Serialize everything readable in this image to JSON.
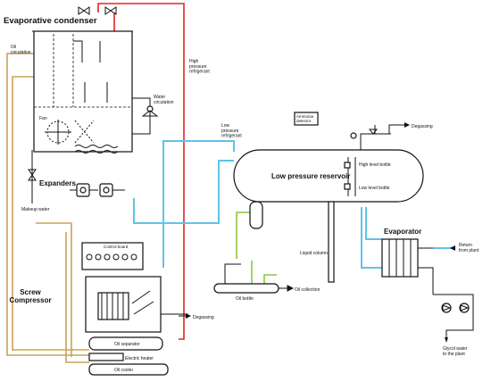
{
  "labels": {
    "evaporative_condenser": "Evaporative condenser",
    "oil_circulation": "Oil\ncirculation",
    "high_pressure_refrigerant": "High\npressure\nrefrigerant",
    "water_circulation": "Water\ncirculation",
    "fan": "Fan",
    "expanders": "Expanders",
    "makeup_water": "Makeup water",
    "low_pressure_refrigerant": "Low\npressure\nrefrigerant",
    "ammonia_detector": "Ammonia\ndetector",
    "degassing_top": "Degassing",
    "low_pressure_reservoir": "Low pressure reservoir",
    "high_level_bottle": "High level bottle",
    "low_level_bottle": "Low level bottle",
    "evaporator": "Evaporator",
    "return_from_plant": "Return\nfrom plant",
    "liquid_column": "Liquid column",
    "control_board": "Control board",
    "screw_compressor": "Screw\nCompressor",
    "oil_bottle": "Oil bottle",
    "oil_collection": "Oil collection",
    "degassing_bottom": "Degassing",
    "oil_separator": "Oil separator",
    "electric_heater": "Electric heater",
    "oil_cooler": "Oil cooler",
    "glycol_water": "Glycol water\nto the plant"
  },
  "colors": {
    "high_pressure": "#e52420",
    "low_pressure": "#5fc3e8",
    "oil": "#c8a25a",
    "oil_bottle_line": "#8cc63f",
    "equipment": "#111111"
  }
}
